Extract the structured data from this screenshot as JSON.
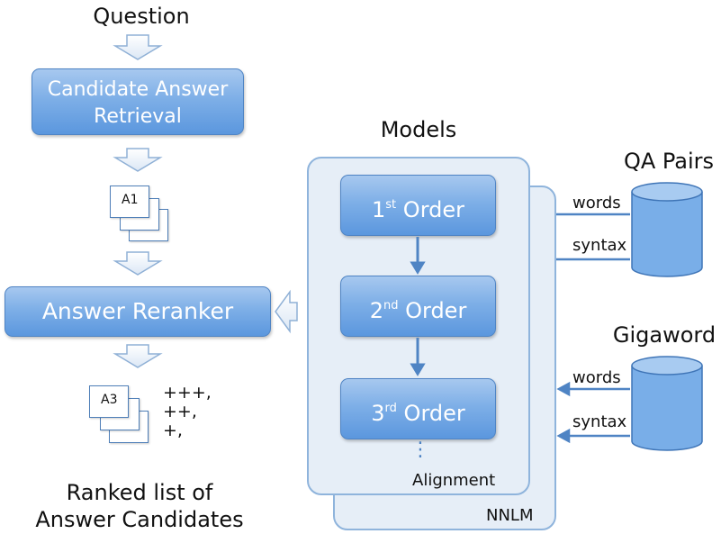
{
  "title_question": "Question",
  "retrieval_line1": "Candidate Answer",
  "retrieval_line2": "Retrieval",
  "doc_a1": "A1",
  "reranker": "Answer Reranker",
  "doc_a3": "A3",
  "scores": [
    "+++,",
    "++,",
    "+,"
  ],
  "ranked_line1": "Ranked list of",
  "ranked_line2": "Answer Candidates",
  "models": "Models",
  "orders": [
    {
      "base": "1",
      "sup": "st",
      "text": "Order"
    },
    {
      "base": "2",
      "sup": "nd",
      "text": "Order"
    },
    {
      "base": "3",
      "sup": "rd",
      "text": "Order"
    }
  ],
  "alignment": "Alignment",
  "nnlm": "NNLM",
  "qa_pairs": "QA Pairs",
  "gigaword": "Gigaword",
  "words": "words",
  "syntax": "syntax",
  "ellipsis": "⋮"
}
